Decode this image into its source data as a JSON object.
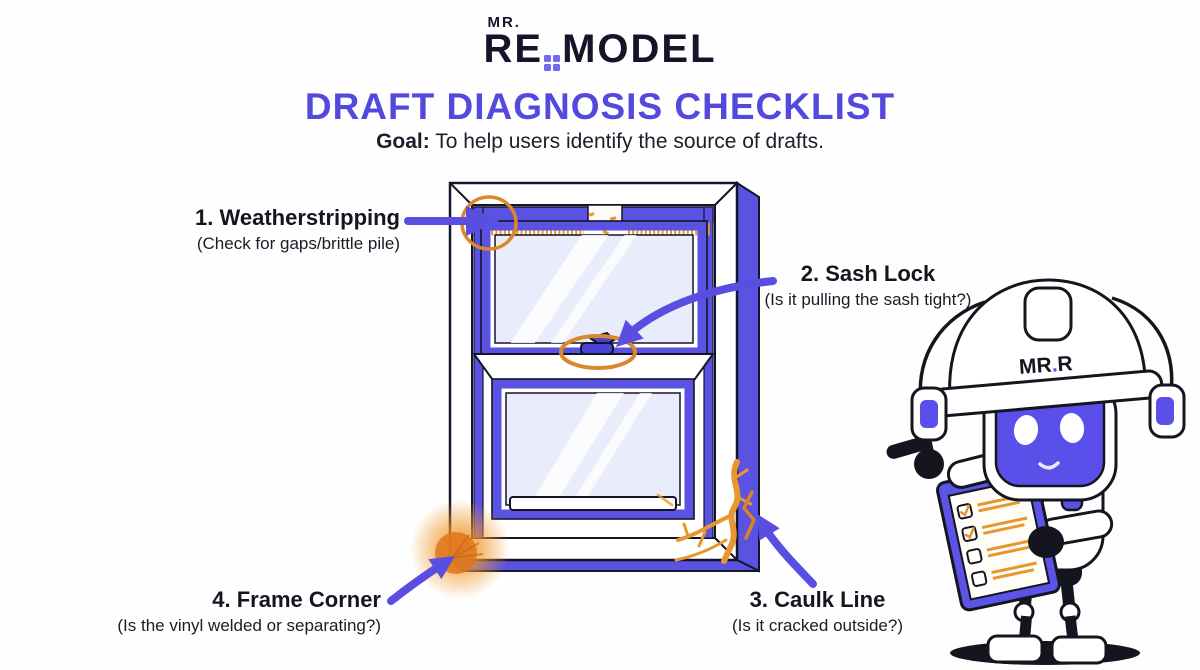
{
  "brand": {
    "top": "MR.",
    "name_left": "RE",
    "name_right": "MODEL"
  },
  "header": {
    "title": "DRAFT DIAGNOSIS CHECKLIST",
    "goal_label": "Goal:",
    "goal_text": " To help users identify the source of drafts."
  },
  "callouts": [
    {
      "num": "1",
      "title": "1. Weatherstripping",
      "subtitle": "(Check for gaps/brittle pile)"
    },
    {
      "num": "2",
      "title": "2. Sash Lock",
      "subtitle": "(Is it pulling the sash tight?)"
    },
    {
      "num": "3",
      "title": "3. Caulk Line",
      "subtitle": "(Is it cracked outside?)"
    },
    {
      "num": "4",
      "title": "4. Frame Corner",
      "subtitle": "(Is the vinyl welded or separating?)"
    }
  ],
  "mascot": {
    "hat_mr": "MR",
    "hat_dot": ".",
    "hat_r": "R"
  },
  "colors": {
    "accent_indigo": "#5a52e0",
    "title_purple": "#5349dc",
    "highlight_orange": "#e8962e",
    "ink": "#15152a",
    "glass": "#e9ecfb"
  }
}
